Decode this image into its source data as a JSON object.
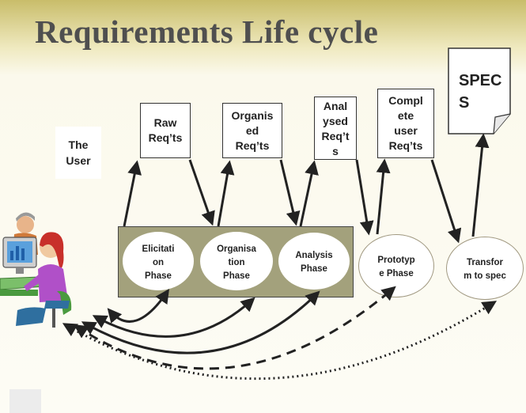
{
  "title": "Requirements Life cycle",
  "user_label": "The\nUser",
  "artifacts": [
    {
      "id": "raw",
      "text": "Raw\nReq’ts"
    },
    {
      "id": "organised",
      "text": "Organis\ned\nReq’ts"
    },
    {
      "id": "analysed",
      "text": "Anal\nysed\nReq’t\ns"
    },
    {
      "id": "complete",
      "text": "Compl\nete\nuser\nReq’ts"
    },
    {
      "id": "specs",
      "text": "SPEC\nS"
    }
  ],
  "phases": [
    {
      "id": "elicitation",
      "text": "Elicitati\non\nPhase"
    },
    {
      "id": "organisation",
      "text": "Organisa\ntion\nPhase"
    },
    {
      "id": "analysis",
      "text": "Analysis\nPhase"
    },
    {
      "id": "prototype",
      "text": "Prototyp\ne Phase"
    },
    {
      "id": "transform",
      "text": "Transfor\nm to spec"
    }
  ],
  "colors": {
    "title": "#4f4f4f",
    "phase_group": "#a3a17c",
    "arrow": "#222222"
  },
  "icons": [
    "users-at-computer-icon",
    "document-icon"
  ]
}
